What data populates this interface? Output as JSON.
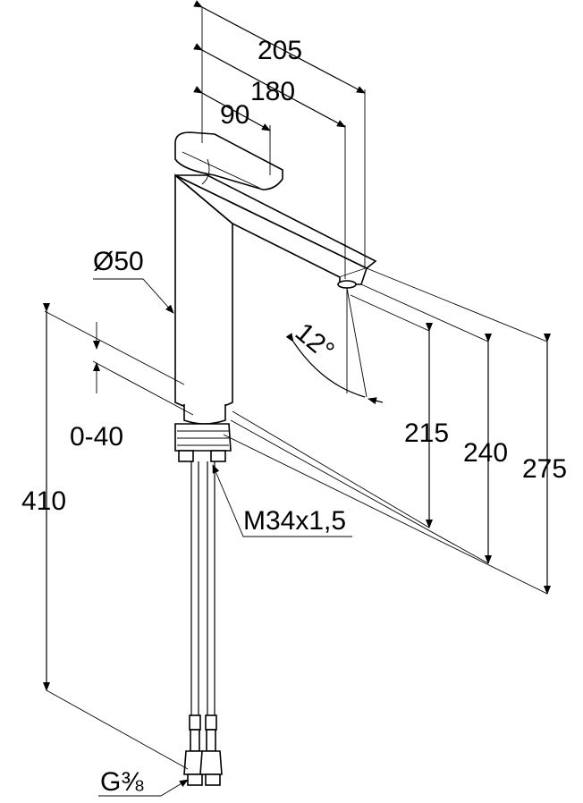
{
  "dimensions": {
    "d205": "205",
    "d180": "180",
    "d90": "90",
    "diameter": "Ø50",
    "angle": "12°",
    "adjust": "0-40",
    "d215": "215",
    "d240": "240",
    "d275": "275",
    "d410": "410",
    "thread": "M34x1,5",
    "connection": "G⅜"
  }
}
